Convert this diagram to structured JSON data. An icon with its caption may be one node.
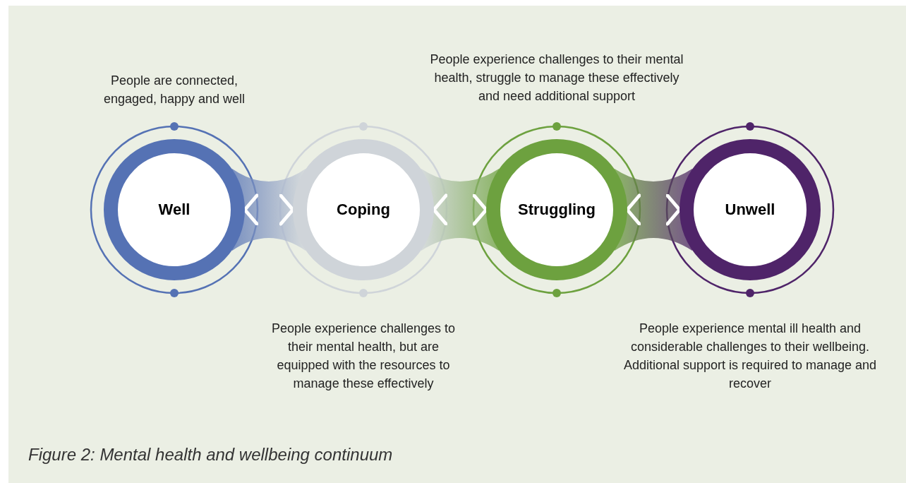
{
  "diagram": {
    "caption": "Figure 2: Mental health and wellbeing continuum",
    "nodes": [
      {
        "text": [
          "Well"
        ],
        "beside": [
          "People are connected, engaged, happy and well"
        ]
      },
      {
        "text": [
          "Coping"
        ],
        "beside": [
          "People experience challenges to their mental health, but are equipped with the resources to manage these effectively"
        ]
      },
      {
        "text": [
          "Struggling"
        ],
        "beside": [
          "People experience challenges to their mental health, struggle to manage these effectively and need additional support"
        ]
      },
      {
        "text": [
          "Unwell"
        ],
        "beside": [
          "People experience mental ill health and considerable challenges to their wellbeing. Additional support is required to manage and recover"
        ]
      }
    ],
    "edges": [
      {
        "from": 0,
        "to": 1,
        "arrow": "both"
      },
      {
        "from": 1,
        "to": 2,
        "arrow": "both"
      },
      {
        "from": 2,
        "to": 3,
        "arrow": "both"
      }
    ]
  }
}
